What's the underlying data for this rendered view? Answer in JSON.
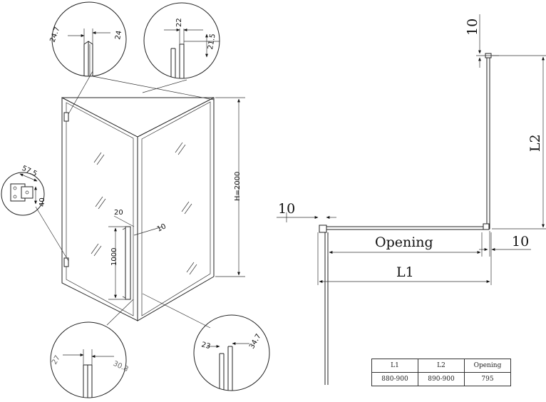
{
  "callouts": {
    "top_left": {
      "left": "24.7",
      "right": "24"
    },
    "top_right": {
      "top": "22",
      "side": "21.5"
    },
    "left_hinge": {
      "top": "57.5",
      "side": "40"
    },
    "bottom_left": {
      "left": "27",
      "right": "30.8"
    },
    "bottom_right": {
      "left": "23",
      "right": "34.7"
    }
  },
  "enclosure": {
    "height": "H=2000",
    "handle_height": "1000",
    "handle_width": "20",
    "handle_offset": "10"
  },
  "plan": {
    "top_gap": "10",
    "left_gap": "10",
    "right_gap": "10",
    "l2": "L2",
    "opening": "Opening",
    "l1": "L1"
  },
  "table": {
    "headers": [
      "L1",
      "L2",
      "Opening"
    ],
    "row": [
      "880-900",
      "890-900",
      "795"
    ]
  },
  "colors": {
    "line": "#222222",
    "background": "#ffffff"
  }
}
